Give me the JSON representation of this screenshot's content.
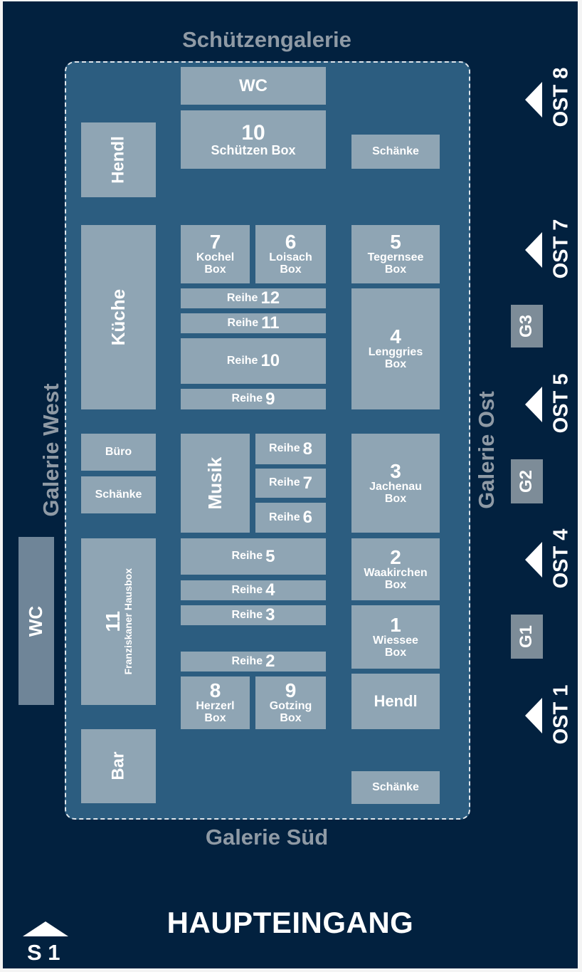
{
  "galleries": {
    "north": "Schützengalerie",
    "west": "Galerie West",
    "east": "Galerie Ost",
    "south": "Galerie Süd"
  },
  "areas": {
    "wc_top": "WC",
    "hendl_left": "Hendl",
    "schuetzen_box": {
      "num": "10",
      "label": "Schützen Box"
    },
    "schaenke_top_right": "Schänke",
    "kueche": "Küche",
    "buero": "Büro",
    "schaenke_left": "Schänke",
    "franziskaner": {
      "num": "11",
      "label": "Franziskaner Hausbox"
    },
    "bar": "Bar",
    "musik": "Musik",
    "wc_west": "WC",
    "hendl_right": "Hendl",
    "schaenke_bottom_right": "Schänke"
  },
  "boxes": {
    "b7": {
      "num": "7",
      "l1": "Kochel",
      "l2": "Box"
    },
    "b6": {
      "num": "6",
      "l1": "Loisach",
      "l2": "Box"
    },
    "b5": {
      "num": "5",
      "l1": "Tegernsee",
      "l2": "Box"
    },
    "b4": {
      "num": "4",
      "l1": "Lenggries",
      "l2": "Box"
    },
    "b3": {
      "num": "3",
      "l1": "Jachenau",
      "l2": "Box"
    },
    "b2": {
      "num": "2",
      "l1": "Waakirchen",
      "l2": "Box"
    },
    "b1": {
      "num": "1",
      "l1": "Wiessee",
      "l2": "Box"
    },
    "b8": {
      "num": "8",
      "l1": "Herzerl",
      "l2": "Box"
    },
    "b9": {
      "num": "9",
      "l1": "Gotzing",
      "l2": "Box"
    }
  },
  "rows": {
    "label": "Reihe",
    "r12": "12",
    "r11": "11",
    "r10": "10",
    "r9": "9",
    "r8": "8",
    "r7": "7",
    "r6": "6",
    "r5": "5",
    "r4": "4",
    "r3": "3",
    "r2": "2"
  },
  "exits": {
    "ost8": "OST 8",
    "ost7": "OST 7",
    "ost5": "OST 5",
    "ost4": "OST 4",
    "ost1": "OST 1",
    "g3": "G3",
    "g2": "G2",
    "g1": "G1",
    "s1": "S 1",
    "main": "HAUPTEINGANG"
  }
}
